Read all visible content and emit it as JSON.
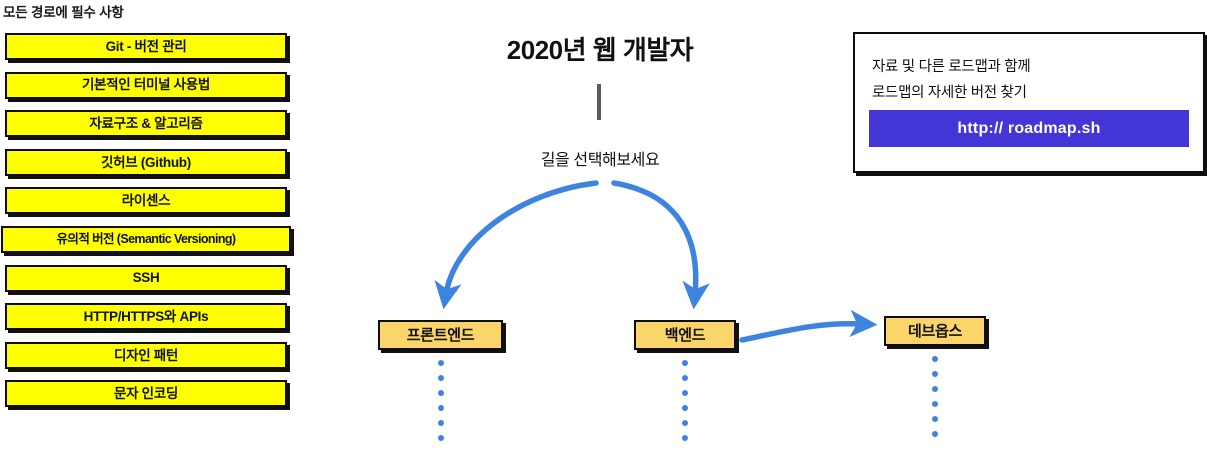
{
  "left_column": {
    "header": "모든 경로에 필수 사항",
    "items": [
      {
        "label": "Git - 버전 관리",
        "wide": false
      },
      {
        "label": "기본적인 터미널 사용법",
        "wide": false
      },
      {
        "label": "자료구조 & 알고리즘",
        "wide": false
      },
      {
        "label": "깃허브 (Github)",
        "wide": false
      },
      {
        "label": "라이센스",
        "wide": false
      },
      {
        "label": "유의적 버전 (Semantic Versioning)",
        "wide": true
      },
      {
        "label": "SSH",
        "wide": false
      },
      {
        "label": "HTTP/HTTPS와 APIs",
        "wide": false
      },
      {
        "label": "디자인 패턴",
        "wide": false
      },
      {
        "label": "문자 인코딩",
        "wide": false
      }
    ]
  },
  "center": {
    "title_year": "2020",
    "title_rest": "년 웹 개발자",
    "title_full": "2020년 웹 개발자",
    "choose_path": "길을 선택해보세요"
  },
  "stages": [
    {
      "label": "프론트엔드"
    },
    {
      "label": "백엔드"
    },
    {
      "label": "데브옵스"
    }
  ],
  "info_box": {
    "line1": "자료 및 다른 로드맵과 함께",
    "line2": "로드맵의 자세한 버전 찾기",
    "button_label": "http:// roadmap.sh"
  },
  "colors": {
    "required_fill": "#FFFF00",
    "stage_fill": "#FBD46A",
    "arrow_blue": "#3d84e0",
    "button_blue": "#4335D6",
    "outline": "#0d0d0d",
    "stem_gray": "#5b5b5b"
  }
}
